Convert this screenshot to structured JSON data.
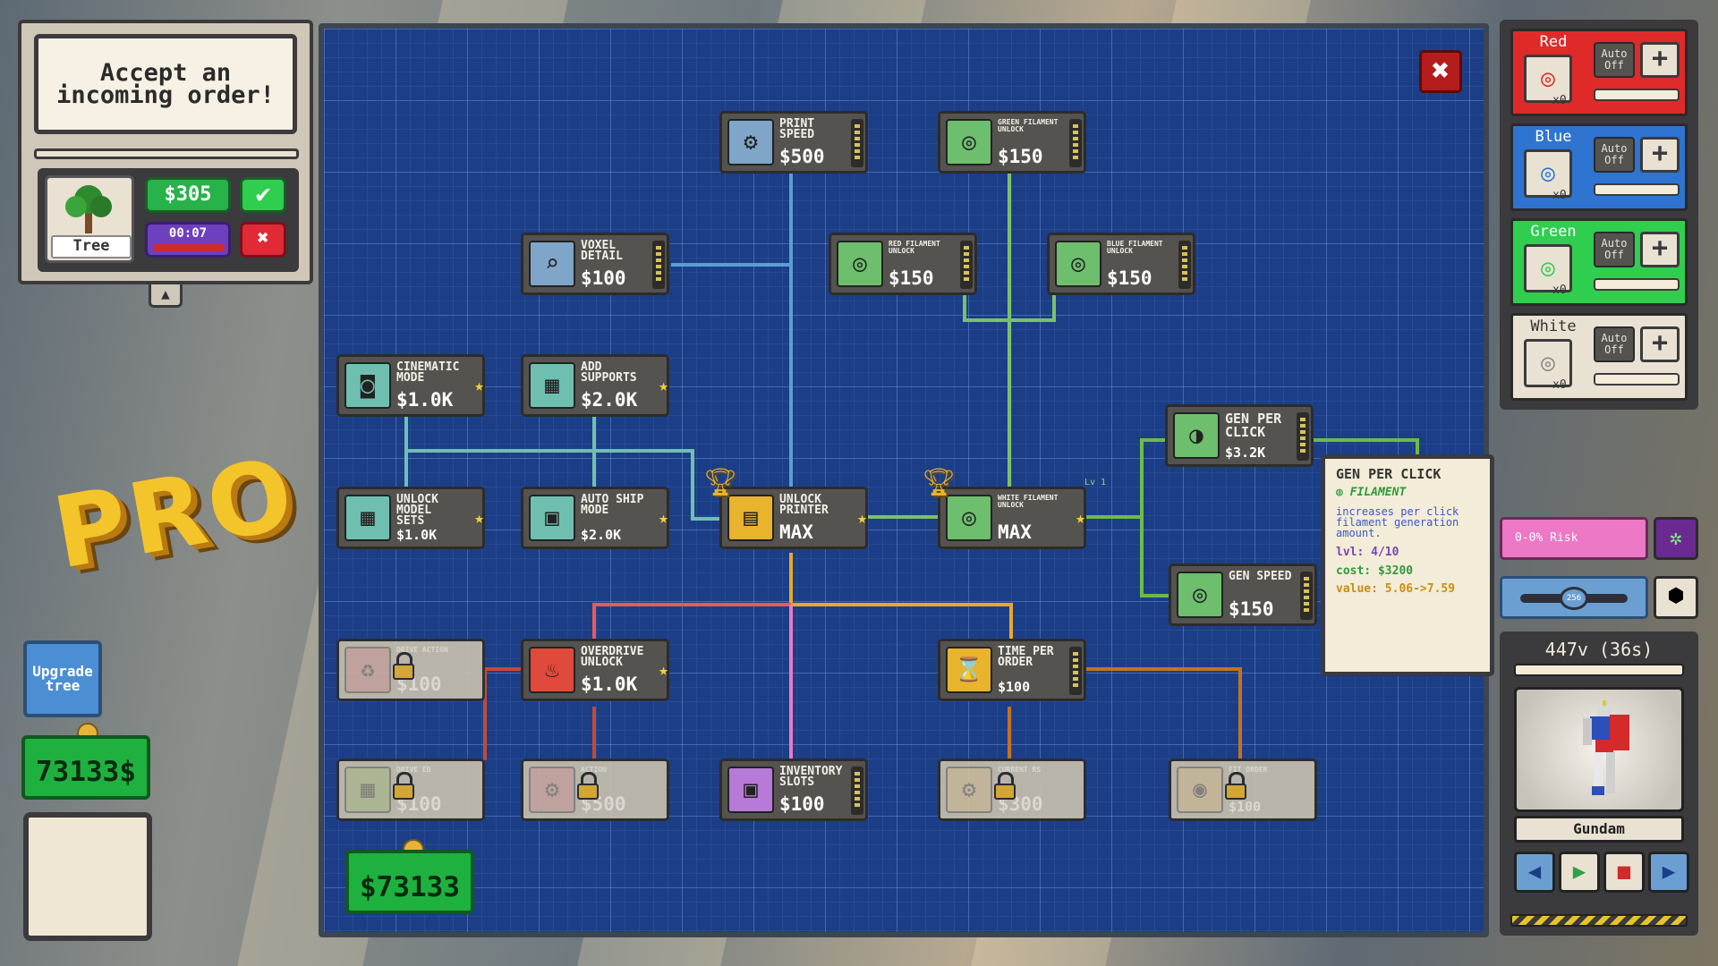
{
  "order": {
    "message": "Accept an incoming order!",
    "item_label": "Tree",
    "price": "$305",
    "timer": "00:07",
    "accept_icon": "check-icon",
    "reject_icon": "trash-icon"
  },
  "left": {
    "upgrade_tree_label": "Upgrade tree",
    "money": "73133$"
  },
  "board": {
    "money": "$73133",
    "nodes": {
      "print_speed": {
        "title": "PRINT SPEED",
        "price": "$500"
      },
      "green_unlock": {
        "title": "GREEN FILAMENT UNLOCK",
        "price": "$150"
      },
      "voxel_detail": {
        "title": "VOXEL DETAIL",
        "price": "$100"
      },
      "red_unlock": {
        "title": "RED FILAMENT UNLOCK",
        "price": "$150"
      },
      "blue_unlock": {
        "title": "BLUE FILAMENT UNLOCK",
        "price": "$150"
      },
      "cinematic": {
        "title": "CINEMATIC MODE",
        "price": "$1.0K"
      },
      "add_supports": {
        "title": "ADD SUPPORTS",
        "price": "$2.0K"
      },
      "unlock_models": {
        "title": "UNLOCK MODEL SETS",
        "price": "$1.0K"
      },
      "auto_ship": {
        "title": "AUTO SHIP MODE",
        "price": "$2.0K"
      },
      "unlock_printer": {
        "title": "UNLOCK PRINTER",
        "price": "MAX"
      },
      "white_unlock": {
        "title": "WHITE FILAMENT UNLOCK",
        "price": "MAX"
      },
      "gen_per_click": {
        "title": "GEN PER CLICK",
        "price": "$3.2K"
      },
      "gen_speed": {
        "title": "GEN SPEED",
        "price": "$150"
      },
      "locked_1": {
        "title": "DRIVE ACTION",
        "price": "$100"
      },
      "overdrive": {
        "title": "OVERDRIVE UNLOCK",
        "price": "$1.0K"
      },
      "time_per_order": {
        "title": "TIME PER ORDER",
        "price": "$100"
      },
      "locked_2": {
        "title": "DRIVE ED",
        "price": "$100"
      },
      "locked_3": {
        "title": "ACTION",
        "price": "$500"
      },
      "inventory": {
        "title": "INVENTORY SLOTS",
        "price": "$100"
      },
      "locked_4": {
        "title": "CURRENT RS",
        "price": "$300"
      },
      "locked_5": {
        "title": "FIT ORDER",
        "price": "$100"
      }
    },
    "level_label": "Lv 1"
  },
  "tooltip": {
    "title": "GEN PER CLICK",
    "category": "FILAMENT",
    "description": "increases per click filament generation amount.",
    "level": "lvl: 4/10",
    "cost": "cost: $3200",
    "value": "value: 5.06->7.59"
  },
  "filaments": [
    {
      "name": "Red",
      "count": "x0",
      "auto": "Auto Off",
      "color": "#e02a2a"
    },
    {
      "name": "Blue",
      "count": "x0",
      "auto": "Auto Off",
      "color": "#2f74d0"
    },
    {
      "name": "Green",
      "count": "x0",
      "auto": "Auto Off",
      "color": "#2fce4f"
    },
    {
      "name": "White",
      "count": "x0",
      "auto": "Auto Off",
      "color": "#e9e2d2"
    }
  ],
  "risk": {
    "label": "0-0% Risk",
    "slider_value": "256"
  },
  "model": {
    "time": "447v (36s)",
    "name": "Gundam"
  }
}
